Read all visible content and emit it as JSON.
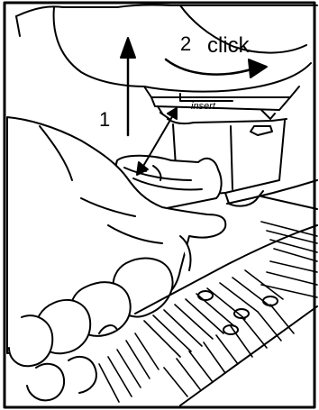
{
  "labels": {
    "step1": "1",
    "step2": "2",
    "click": "click",
    "insert": "insert"
  },
  "colors": {
    "line": "#000000",
    "fill": "#ffffff",
    "frame": "#000000"
  }
}
